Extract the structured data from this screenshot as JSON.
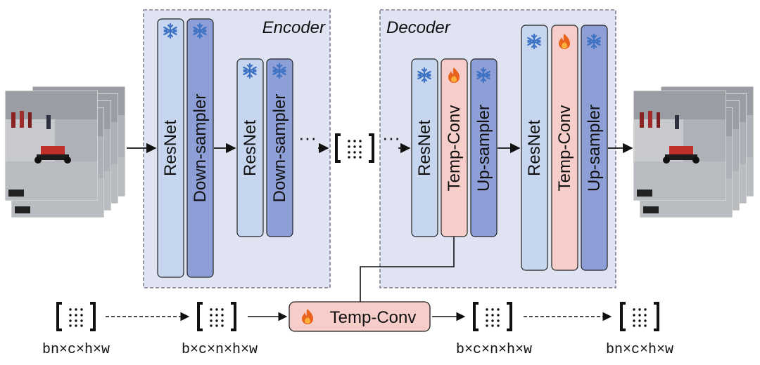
{
  "encoder": {
    "title": "Encoder"
  },
  "decoder": {
    "title": "Decoder"
  },
  "blocks": {
    "resnet": "ResNet",
    "downsampler": "Down-sampler",
    "upsampler": "Up-sampler",
    "tempconv": "Temp-Conv"
  },
  "ellipsis": "···",
  "icons": {
    "frozen": "snowflake-icon",
    "trainable": "flame-icon"
  },
  "bottom": {
    "tempconv_label": "Temp-Conv",
    "shapes": [
      "bn×c×h×w",
      "b×c×n×h×w",
      "b×c×n×h×w",
      "bn×c×h×w"
    ]
  },
  "colors": {
    "panel_fill": "#dfe3f2",
    "panel_border": "#7f7f8f",
    "resnet_fill": "#c6d6ee",
    "sampler_fill": "#8d9fd6",
    "tempconv_fill": "#f6cdc9",
    "snowflake": "#3d72c4",
    "flame": "#e8621c"
  }
}
